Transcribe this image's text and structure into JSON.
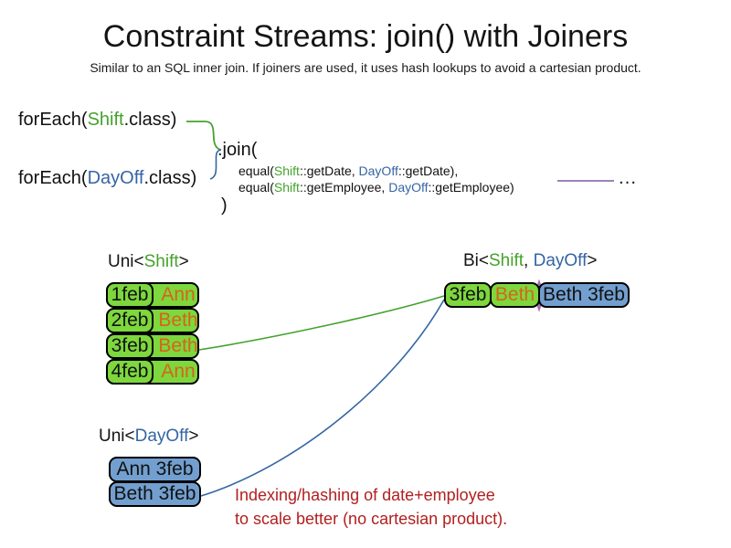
{
  "slide": {
    "title": "Constraint Streams: join() with Joiners",
    "subtitle": "Similar to an SQL inner join. If joiners are used, it uses hash lookups to avoid a cartesian product."
  },
  "code": {
    "foreach_shift": {
      "prefix": "forEach(",
      "class_name": "Shift",
      "suffix": ".class)"
    },
    "foreach_dayoff": {
      "prefix": "forEach(",
      "class_name": "DayOff",
      "suffix": ".class)"
    },
    "join_open": ".join(",
    "joiner_date": {
      "fn": "equal(",
      "left_class": "Shift",
      "left_rest": "::getDate, ",
      "right_class": "DayOff",
      "right_rest": "::getDate),"
    },
    "joiner_employee": {
      "fn": "equal(",
      "left_class": "Shift",
      "left_rest": "::getEmployee, ",
      "right_class": "DayOff",
      "right_rest": "::getEmployee)"
    },
    "join_close": ")",
    "ellipsis": "…"
  },
  "uni_shift": {
    "label": {
      "prefix": "Uni<",
      "class_name": "Shift",
      "suffix": ">"
    },
    "rows": [
      {
        "date": "1feb",
        "employee": "Ann"
      },
      {
        "date": "2feb",
        "employee": "Beth"
      },
      {
        "date": "3feb",
        "employee": "Beth"
      },
      {
        "date": "4feb",
        "employee": "Ann"
      }
    ]
  },
  "bi_result": {
    "label": {
      "prefix": "Bi<",
      "shift_class": "Shift",
      "separator": ", ",
      "dayoff_class": "DayOff",
      "suffix": ">"
    },
    "row": {
      "date": "3feb",
      "employee": "Beth",
      "dayoff": "Beth 3feb"
    }
  },
  "uni_dayoff": {
    "label": {
      "prefix": "Uni<",
      "class_name": "DayOff",
      "suffix": ">"
    },
    "rows": [
      "Ann 3feb",
      "Beth 3feb"
    ]
  },
  "note": {
    "line1": "Indexing/hashing of date+employee",
    "line2": "to scale better (no cartesian product)."
  },
  "colors": {
    "shift_green_text": "#44a22c",
    "dayoff_blue_text": "#3465a4",
    "employee_orange_text": "#d6641a",
    "note_red_text": "#b22020",
    "cell_green_fill": "#7dd73d",
    "cell_blue_fill": "#729fcf",
    "joiner_purple": "#7b5ba1"
  }
}
